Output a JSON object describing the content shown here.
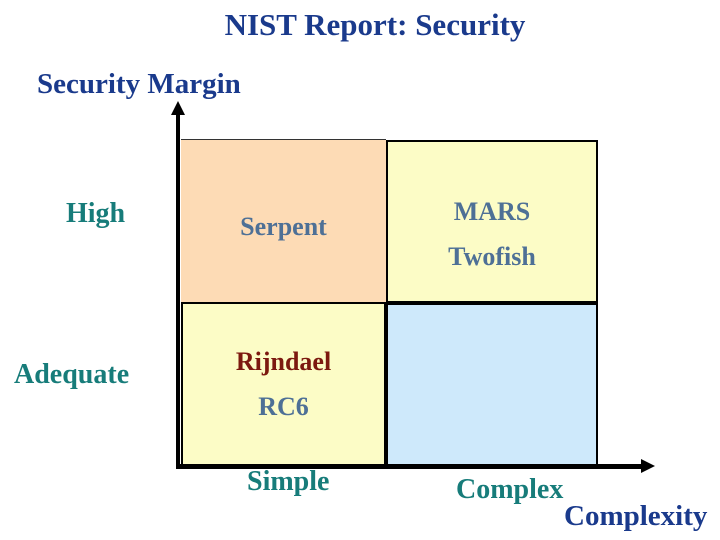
{
  "title": "NIST Report: Security",
  "y_axis": {
    "label": "Security Margin",
    "ticks": [
      "High",
      "Adequate"
    ]
  },
  "x_axis": {
    "label": "Complexity",
    "ticks": [
      "Simple",
      "Complex"
    ]
  },
  "quadrants": {
    "top_left": {
      "fill": "#FDDBB5",
      "items": [
        "Serpent"
      ]
    },
    "top_right": {
      "fill": "#FCFCC6",
      "items": [
        "MARS",
        "Twofish"
      ]
    },
    "bottom_left": {
      "fill": "#FCFCC6",
      "items": [
        "Rijndael",
        "RC6"
      ]
    },
    "bottom_right": {
      "fill": "#CEE9FB",
      "items": []
    }
  },
  "icons": {
    "y_axis_arrowhead": "up-arrowhead",
    "x_axis_arrowhead": "right-arrowhead"
  },
  "colors": {
    "background": "#FFFFFF",
    "title_text": "#1A3A8C",
    "axis_label_text": "#1A3A8C",
    "tick_text": "#177C7A",
    "cipher_text": "#4E7096",
    "rijndael_text": "#7C190F",
    "axis_line": "#000000"
  }
}
